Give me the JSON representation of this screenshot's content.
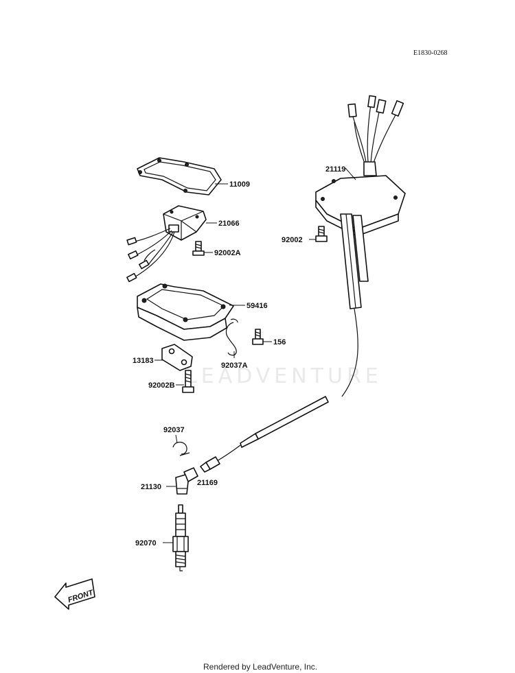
{
  "diagram": {
    "code": "E1830-0268",
    "footer": "Rendered by LeadVenture, Inc.",
    "watermark": "LEADVENTURE",
    "front_label": "FRONT",
    "parts": {
      "p11009": "11009",
      "p21066": "21066",
      "p92002A": "92002A",
      "p59416": "59416",
      "p156": "156",
      "p13183": "13183",
      "p92037A": "92037A",
      "p92002B": "92002B",
      "p21119": "21119",
      "p92002": "92002",
      "p92037": "92037",
      "p21130": "21130",
      "p21169": "21169",
      "p92070": "92070"
    }
  }
}
